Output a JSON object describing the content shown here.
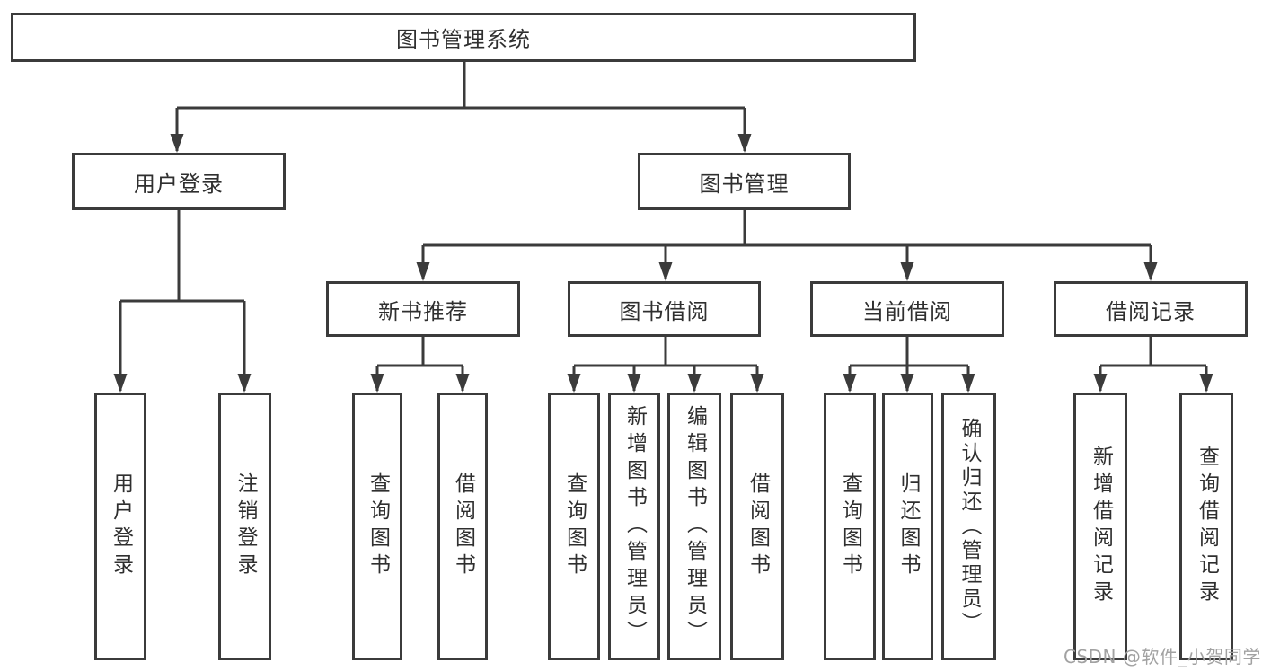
{
  "diagram": {
    "type": "hierarchy-tree",
    "tree": {
      "root": "图书管理系统",
      "children": [
        {
          "label": "用户登录",
          "children": [
            "用户登录",
            "注销登录"
          ]
        },
        {
          "label": "图书管理",
          "children": [
            {
              "label": "新书推荐",
              "children": [
                "查询图书",
                "借阅图书"
              ]
            },
            {
              "label": "图书借阅",
              "children": [
                "查询图书",
                "新增图书（管理员）",
                "编辑图书（管理员）",
                "借阅图书"
              ]
            },
            {
              "label": "当前借阅",
              "children": [
                "查询图书",
                "归还图书",
                "确认归还（管理员）"
              ]
            },
            {
              "label": "借阅记录",
              "children": [
                "新增借阅记录",
                "查询借阅记录"
              ]
            }
          ]
        }
      ]
    },
    "colors": {
      "line": "#3b3b3b",
      "text": "#2f2f2f",
      "background": "#ffffff",
      "watermark": "#a2a2a2"
    }
  },
  "watermark": "CSDN @软件_小贺同学"
}
